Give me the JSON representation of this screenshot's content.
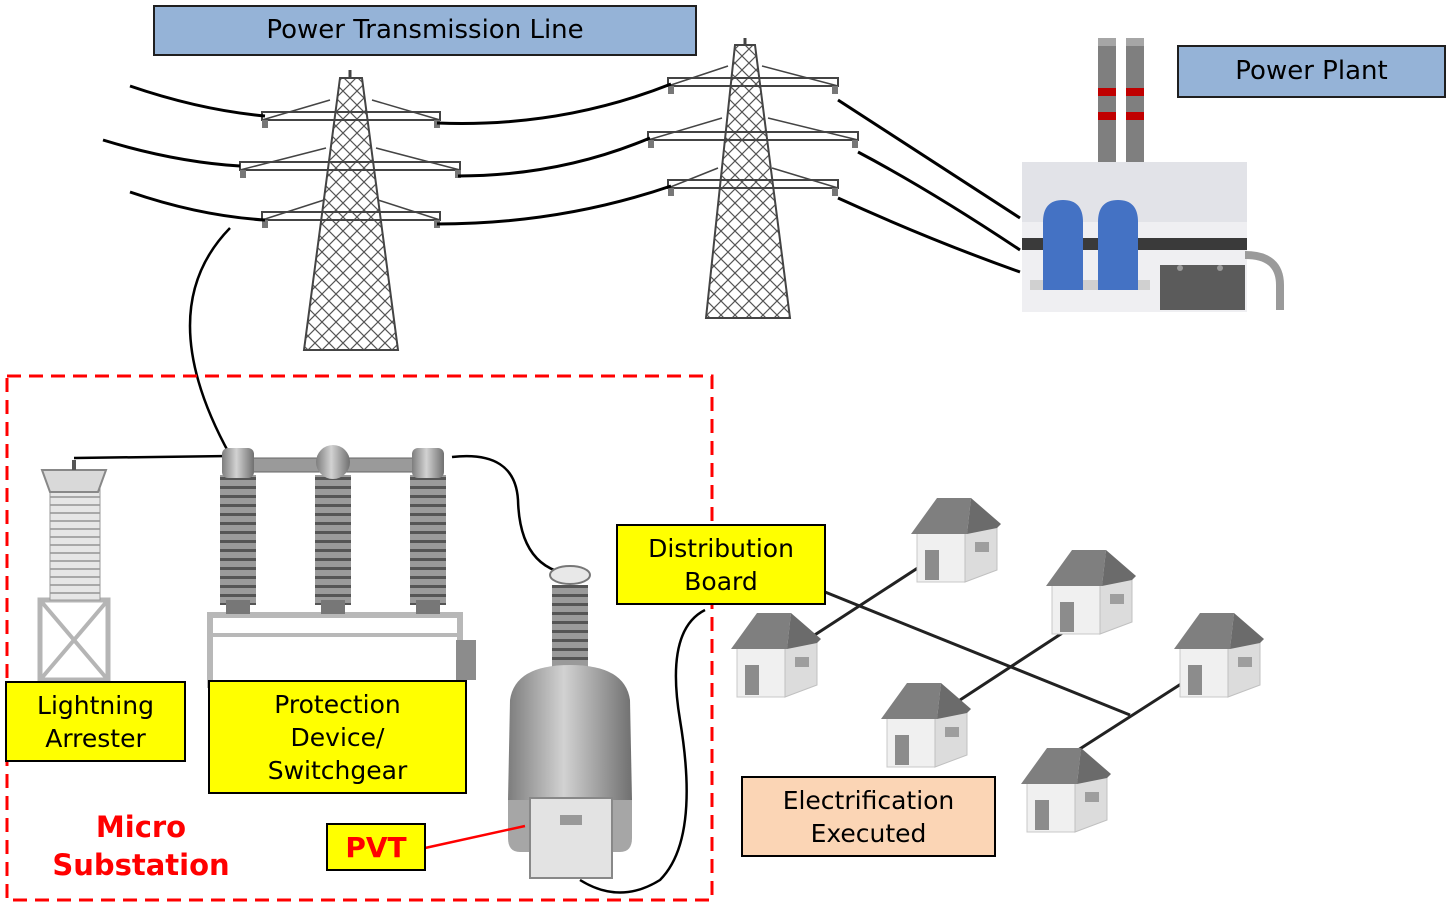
{
  "labels": {
    "transmission_line": "Power Transmission Line",
    "power_plant": "Power Plant",
    "distribution_board": "Distribution Board",
    "lightning_arrester": "Lightning Arrester",
    "protection_device": "Protection Device/ Switchgear",
    "electrification": "Electrification Executed",
    "micro_substation": "Micro Substation",
    "pvt": "PVT"
  },
  "colors": {
    "label_blue": "#95b3d7",
    "label_yellow": "#ffff00",
    "label_peach": "#fbd5b5",
    "substation_border": "#ff0000",
    "equipment_gray": "#8c8c8c",
    "house_roof": "#7f7f7f",
    "plant_blue": "#4472c4"
  },
  "icons": [
    "transmission-tower-icon",
    "power-plant-icon",
    "house-icon",
    "insulator-icon",
    "transformer-icon"
  ]
}
